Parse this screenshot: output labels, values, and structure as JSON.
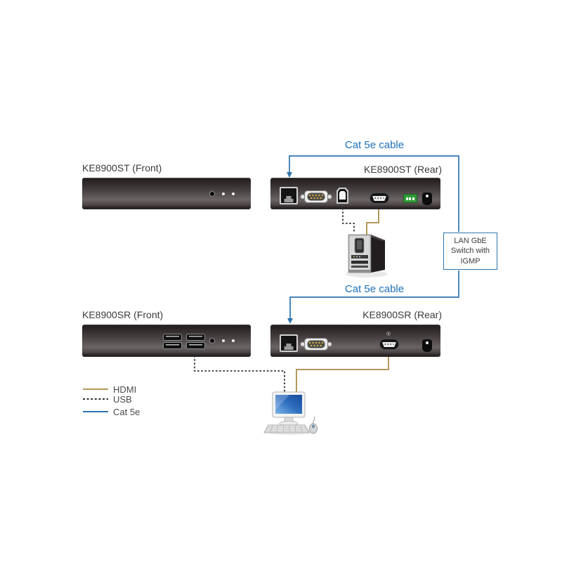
{
  "colors": {
    "cat5e_blue": "#1d70b8",
    "cable_blue": "#2e74b0",
    "hdmi_gold": "#b2995a",
    "usb_dash": "#333333",
    "label_text": "#3b3b3b",
    "switch_border": "#2e75ae"
  },
  "labels": {
    "st_front": "KE8900ST (Front)",
    "st_rear": "KE8900ST (Rear)",
    "sr_front": "KE8900SR (Front)",
    "sr_rear": "KE8900SR (Rear)",
    "cat5e_top": "Cat 5e cable",
    "cat5e_bottom": "Cat 5e cable",
    "switch": "LAN GbE Switch with IGMP"
  },
  "legend": {
    "items": [
      {
        "label": "HDMI",
        "style": "solid",
        "color": "#b2995a"
      },
      {
        "label": "USB",
        "style": "dashed",
        "color": "#333333"
      },
      {
        "label": "Cat 5e",
        "style": "solid",
        "color": "#3a7ab3"
      }
    ]
  },
  "devices": {
    "st_rear_ports": [
      "rj45",
      "db9-serial",
      "usb-b",
      "hdmi",
      "terminal-block",
      "dc-power"
    ],
    "sr_rear_ports": [
      "rj45",
      "db9-serial",
      "hdmi-with-led",
      "dc-power"
    ],
    "sr_front_ports": [
      "usb-a-dual",
      "usb-a-dual"
    ],
    "front_indicators": [
      "power-dot",
      "led",
      "led"
    ]
  },
  "peripherals": [
    "computer-tower",
    "desktop-monitor-keyboard-mouse"
  ]
}
